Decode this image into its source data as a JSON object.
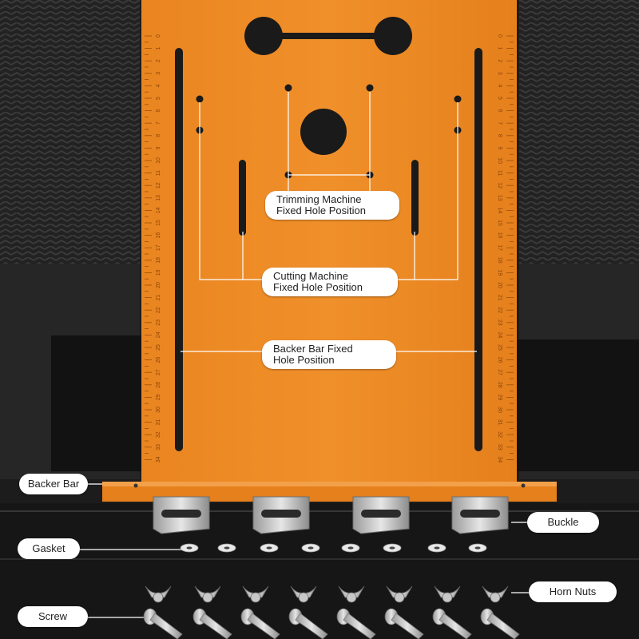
{
  "colors": {
    "plate": "#ee8a22",
    "plate_dark": "#d77514",
    "background": "#1c1c1c",
    "label_bg": "#ffffff",
    "leader": "#ffffff"
  },
  "plate": {
    "ruler_left": [
      "0",
      "1",
      "2",
      "3",
      "4",
      "5",
      "6",
      "7",
      "8",
      "9",
      "10",
      "11",
      "12",
      "13",
      "14",
      "15",
      "16",
      "17",
      "18",
      "19",
      "20",
      "21",
      "22",
      "23",
      "24",
      "25",
      "26",
      "27",
      "28",
      "29",
      "30",
      "31",
      "32",
      "33",
      "34"
    ],
    "ruler_right": [
      "0",
      "1",
      "2",
      "3",
      "4",
      "5",
      "6",
      "7",
      "8",
      "9",
      "10",
      "11",
      "12",
      "13",
      "14",
      "15",
      "16",
      "17",
      "18",
      "19",
      "20",
      "21",
      "22",
      "23",
      "24",
      "25",
      "26",
      "27",
      "28",
      "29",
      "30",
      "31",
      "32",
      "33",
      "34"
    ]
  },
  "callouts": {
    "trimming": {
      "line1": "Trimming Machine",
      "line2": "Fixed Hole Position"
    },
    "cutting": {
      "line1": "Cutting Machine",
      "line2": "Fixed Hole Position"
    },
    "backer_bar_hole": {
      "line1": "Backer Bar Fixed",
      "line2": "Hole Position"
    },
    "backer_bar": "Backer Bar",
    "buckle": "Buckle",
    "gasket": "Gasket",
    "horn_nuts": "Horn Nuts",
    "screw": "Screw"
  }
}
